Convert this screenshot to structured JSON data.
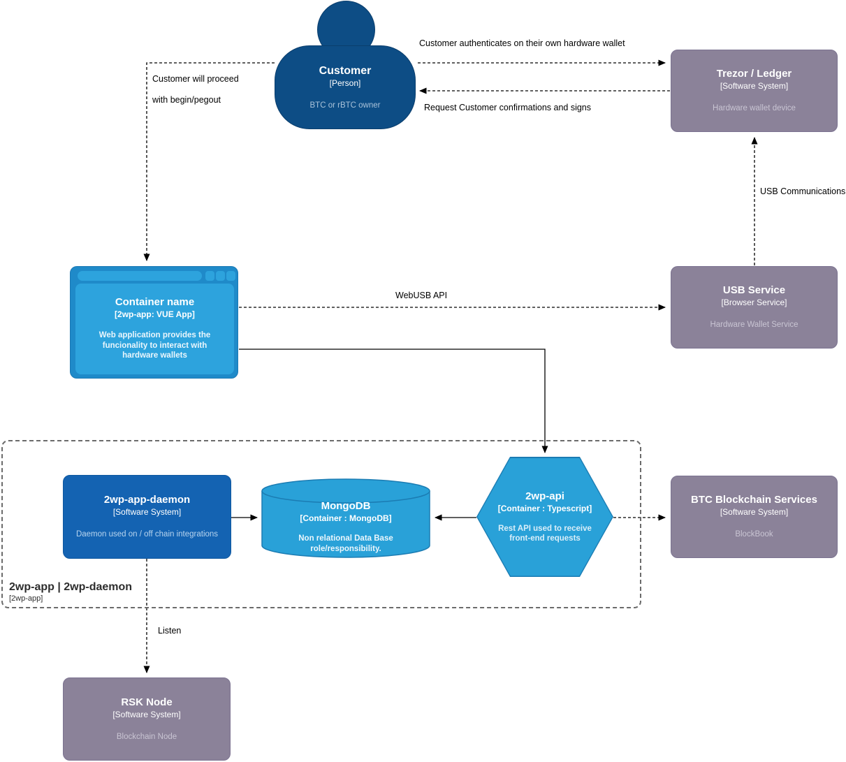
{
  "diagram": {
    "nodes": {
      "customer": {
        "name": "Customer",
        "meta": "[Person]",
        "desc": "BTC or rBTC owner"
      },
      "trezor": {
        "name": "Trezor / Ledger",
        "meta": "[Software System]",
        "desc": "Hardware wallet device"
      },
      "webapp": {
        "name": "Container name",
        "meta": "[2wp-app: VUE App]",
        "desc": "Web application provides the funcionality to interact with hardware wallets"
      },
      "usb_service": {
        "name": "USB Service",
        "meta": "[Browser Service]",
        "desc": "Hardware Wallet Service"
      },
      "daemon": {
        "name": "2wp-app-daemon",
        "meta": "[Software System]",
        "desc": "Daemon used on / off chain integrations"
      },
      "mongodb": {
        "name": "MongoDB",
        "meta": "[Container : MongoDB]",
        "desc": "Non relational Data Base role/responsibility."
      },
      "api": {
        "name": "2wp-api",
        "meta": "[Container : Typescript]",
        "desc": "Rest API used to receive front-end requests"
      },
      "btc": {
        "name": "BTC Blockchain Services",
        "meta": "[Software System]",
        "desc": "BlockBook"
      },
      "rsk": {
        "name": "RSK Node",
        "meta": "[Software System]",
        "desc": "Blockchain Node"
      }
    },
    "boundary": {
      "name": "2wp-app | 2wp-daemon",
      "meta": "[2wp-app]"
    },
    "edges": {
      "auth": "Customer authenticates on their own hardware wallet",
      "confirm": "Request Customer confirmations and signs",
      "proceed_line1": "Customer will proceed",
      "proceed_line2": "with begin/pegout",
      "webusb": "WebUSB API",
      "usb_comm": "USB Communications",
      "listen": "Listen"
    },
    "colors": {
      "person": "#0d4d85",
      "external_system": "#8b8299",
      "container_light": "#29a1d8",
      "container_frame": "#1f8ac9",
      "daemon_blue": "#1463b2",
      "edge_line": "#000000",
      "boundary_dash": "#6b6b6b"
    }
  }
}
